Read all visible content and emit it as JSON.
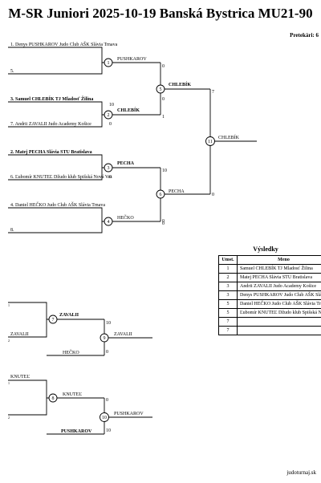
{
  "header": {
    "title": "M-SR Juniori 2025-10-19 Banská Bystrica MU21-90",
    "competitors": "Pretekári: 6"
  },
  "entries": [
    {
      "label": "1. Denys PUSHKAROV Judo Club AŠK Slávia Trnava",
      "bold": false
    },
    {
      "label": "5.",
      "bold": false
    },
    {
      "label": "3. Samuel CHLEBÍK TJ Mladosť Žilina",
      "bold": true
    },
    {
      "label": "7. Andrii ZAVALII Judo Academy Košice",
      "bold": false
    },
    {
      "label": "2. Matej PECHA Slávia STU Bratislava",
      "bold": true
    },
    {
      "label": "6. Ľubomír KNUTEĽ Džudo klub Spišská Nová Ves",
      "bold": false
    },
    {
      "label": "4. Daniel HEČKO Judo Club AŠK Slávia Trnava",
      "bold": false
    },
    {
      "label": "8.",
      "bold": false
    }
  ],
  "matches": {
    "m1": {
      "node": "1",
      "winner": "PUSHKAROV",
      "score_bottom": "0"
    },
    "m2": {
      "node": "2",
      "winner": "CHLEBÍK",
      "score_top": "10",
      "score_bottom": "0"
    },
    "m3": {
      "node": "3",
      "winner": "PECHA",
      "score_bottom": "0"
    },
    "m4": {
      "node": "4",
      "winner": "HEČKO",
      "score_top": "0"
    },
    "m5": {
      "node": "5",
      "winner": "CHLEBÍK",
      "score_top": "0",
      "score_bottom": "1"
    },
    "m6": {
      "node": "6",
      "winner": "PECHA",
      "score_top": "10",
      "score_bottom": "0"
    },
    "m11": {
      "node": "11",
      "winner": "CHLEBÍK",
      "score_top": "7",
      "score_bottom": "0"
    }
  },
  "repechage": {
    "r7": {
      "node": "7",
      "top_tiny": "1",
      "bottom_name": "ZAVALII",
      "bottom_tiny": "2",
      "winner": "ZAVALII"
    },
    "r9": {
      "node": "9",
      "score_top": "10",
      "bottom_name": "HEČKO",
      "score_bottom": "0",
      "winner": "ZAVALII"
    },
    "r8": {
      "node": "8",
      "top_name": "KNUTEĽ",
      "top_tiny": "1",
      "bottom_tiny": "2",
      "winner": "KNUTEĽ"
    },
    "r10": {
      "node": "10",
      "score_top": "0",
      "bottom_name": "PUSHKAROV",
      "score_bottom": "10",
      "winner": "PUSHKAROV"
    }
  },
  "results": {
    "title": "Výsledky",
    "col_place": "Umst.",
    "col_name": "Meno",
    "rows": [
      {
        "place": "1",
        "name": "Samuel CHLEBÍK TJ Mladosť Žilina"
      },
      {
        "place": "2",
        "name": "Matej PECHA Slávia STU Bratislava"
      },
      {
        "place": "3",
        "name": "Andrii ZAVALII Judo Academy Košice"
      },
      {
        "place": "3",
        "name": "Denys PUSHKAROV Judo Club AŠK Slávia Trnava"
      },
      {
        "place": "5",
        "name": "Daniel HEČKO Judo Club AŠK Slávia Trnava"
      },
      {
        "place": "5",
        "name": "Ľubomír KNUTEĽ Džudo klub Spišská Nová Ves"
      },
      {
        "place": "7",
        "name": ""
      },
      {
        "place": "7",
        "name": ""
      }
    ]
  },
  "footer": {
    "site": "judoturnaj.sk"
  }
}
